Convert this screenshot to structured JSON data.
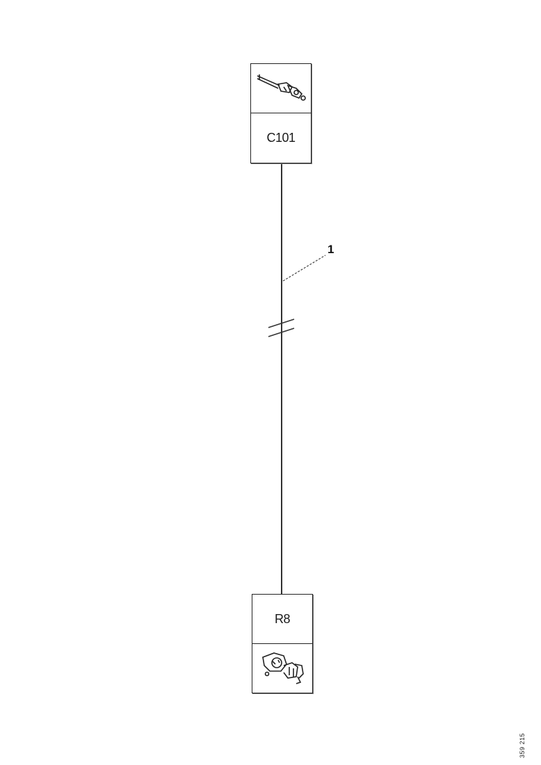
{
  "connectors": {
    "top": {
      "label": "C101",
      "icon": "inline-connector-icon"
    },
    "bottom": {
      "label": "R8",
      "icon": "relay-connector-icon"
    }
  },
  "wire": {
    "callout": "1",
    "break_mark": true
  },
  "reference_code": "359 215"
}
